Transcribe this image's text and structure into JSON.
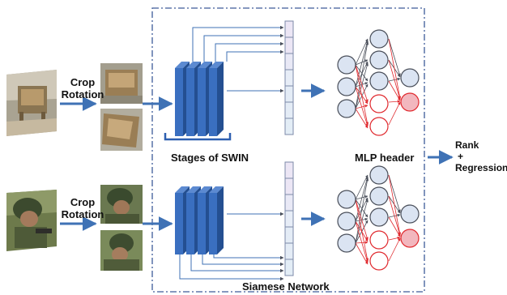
{
  "labels": {
    "crop_rotation_top": [
      "Crop",
      "Rotation"
    ],
    "crop_rotation_bottom": [
      "Crop",
      "Rotation"
    ],
    "stages": "Stages of SWIN",
    "mlp": "MLP header",
    "siamese": "Siamese Network",
    "output": [
      "Rank",
      "+",
      "Regression"
    ]
  },
  "images": {
    "top_source": "wicker-chair-photo",
    "top_crop_1": "wicker-chair-crop",
    "top_crop_2": "wicker-chair-crop-rotated",
    "bottom_source": "soldier-photo",
    "bottom_crop_1": "soldier-crop",
    "bottom_crop_2": "soldier-crop-rotated"
  },
  "colors": {
    "arrow": "#3f72b5",
    "swin_block_front": "#3a6fc0",
    "swin_block_side": "#244f91",
    "feature_cells": [
      "#ece6f5",
      "#e7edf7",
      "#e4ecf6",
      "#e3edf6"
    ],
    "neuron_fill": "#dbe4f2",
    "neuron_highlight_fill": "#f2b7be",
    "neuron_highlight_stroke": "#e0292e",
    "connection_gray": "#4a4f5a",
    "connection_red": "#e0292e",
    "dash_border": "#3d5a99"
  }
}
